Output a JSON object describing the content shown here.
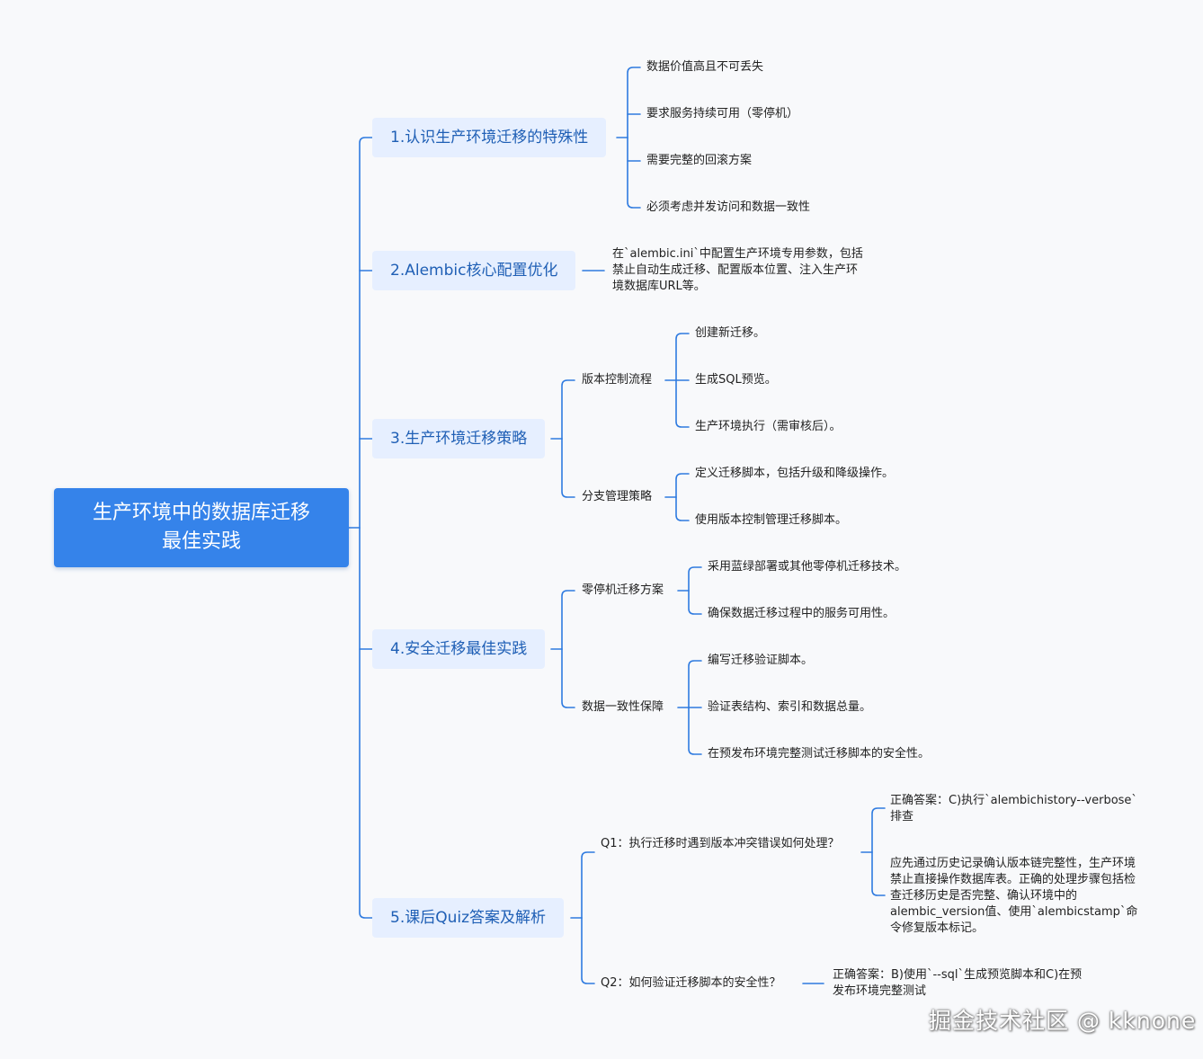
{
  "colors": {
    "line": "#2f7be0",
    "root_bg": "#3583ea",
    "branch_bg": "#e6efff",
    "branch_text": "#1f5fb5",
    "background": "#f8f9fb"
  },
  "root": {
    "line1": "生产环境中的数据库迁移",
    "line2": "最佳实践"
  },
  "branches": [
    {
      "label": "1.认识生产环境迁移的特殊性",
      "items": [
        "数据价值高且不可丢失",
        "要求服务持续可用（零停机）",
        "需要完整的回滚方案",
        "必须考虑并发访问和数据一致性"
      ]
    },
    {
      "label": "2.Alembic核心配置优化",
      "note": "在`alembic.ini`中配置生产环境专用参数，包括禁止自动生成迁移、配置版本位置、注入生产环境数据库URL等。"
    },
    {
      "label": "3.生产环境迁移策略",
      "groups": [
        {
          "label": "版本控制流程",
          "items": [
            "创建新迁移。",
            "生成SQL预览。",
            "生产环境执行（需审核后）。"
          ]
        },
        {
          "label": "分支管理策略",
          "items": [
            "定义迁移脚本，包括升级和降级操作。",
            "使用版本控制管理迁移脚本。"
          ]
        }
      ]
    },
    {
      "label": "4.安全迁移最佳实践",
      "groups": [
        {
          "label": "零停机迁移方案",
          "items": [
            "采用蓝绿部署或其他零停机迁移技术。",
            "确保数据迁移过程中的服务可用性。"
          ]
        },
        {
          "label": "数据一致性保障",
          "items": [
            "编写迁移验证脚本。",
            "验证表结构、索引和数据总量。",
            "在预发布环境完整测试迁移脚本的安全性。"
          ]
        }
      ]
    },
    {
      "label": "5.课后Quiz答案及解析",
      "groups": [
        {
          "label": "Q1：执行迁移时遇到版本冲突错误如何处理？",
          "items": [
            "正确答案：C)执行`alembichistory--verbose`排查",
            "应先通过历史记录确认版本链完整性，生产环境禁止直接操作数据库表。正确的处理步骤包括检查迁移历史是否完整、确认环境中的alembic_version值、使用`alembicstamp`命令修复版本标记。"
          ]
        },
        {
          "label": "Q2：如何验证迁移脚本的安全性？",
          "items": [
            "正确答案：B)使用`--sql`生成预览脚本和C)在预发布环境完整测试"
          ]
        }
      ]
    }
  ],
  "watermark": "掘金技术社区 @ kknone"
}
